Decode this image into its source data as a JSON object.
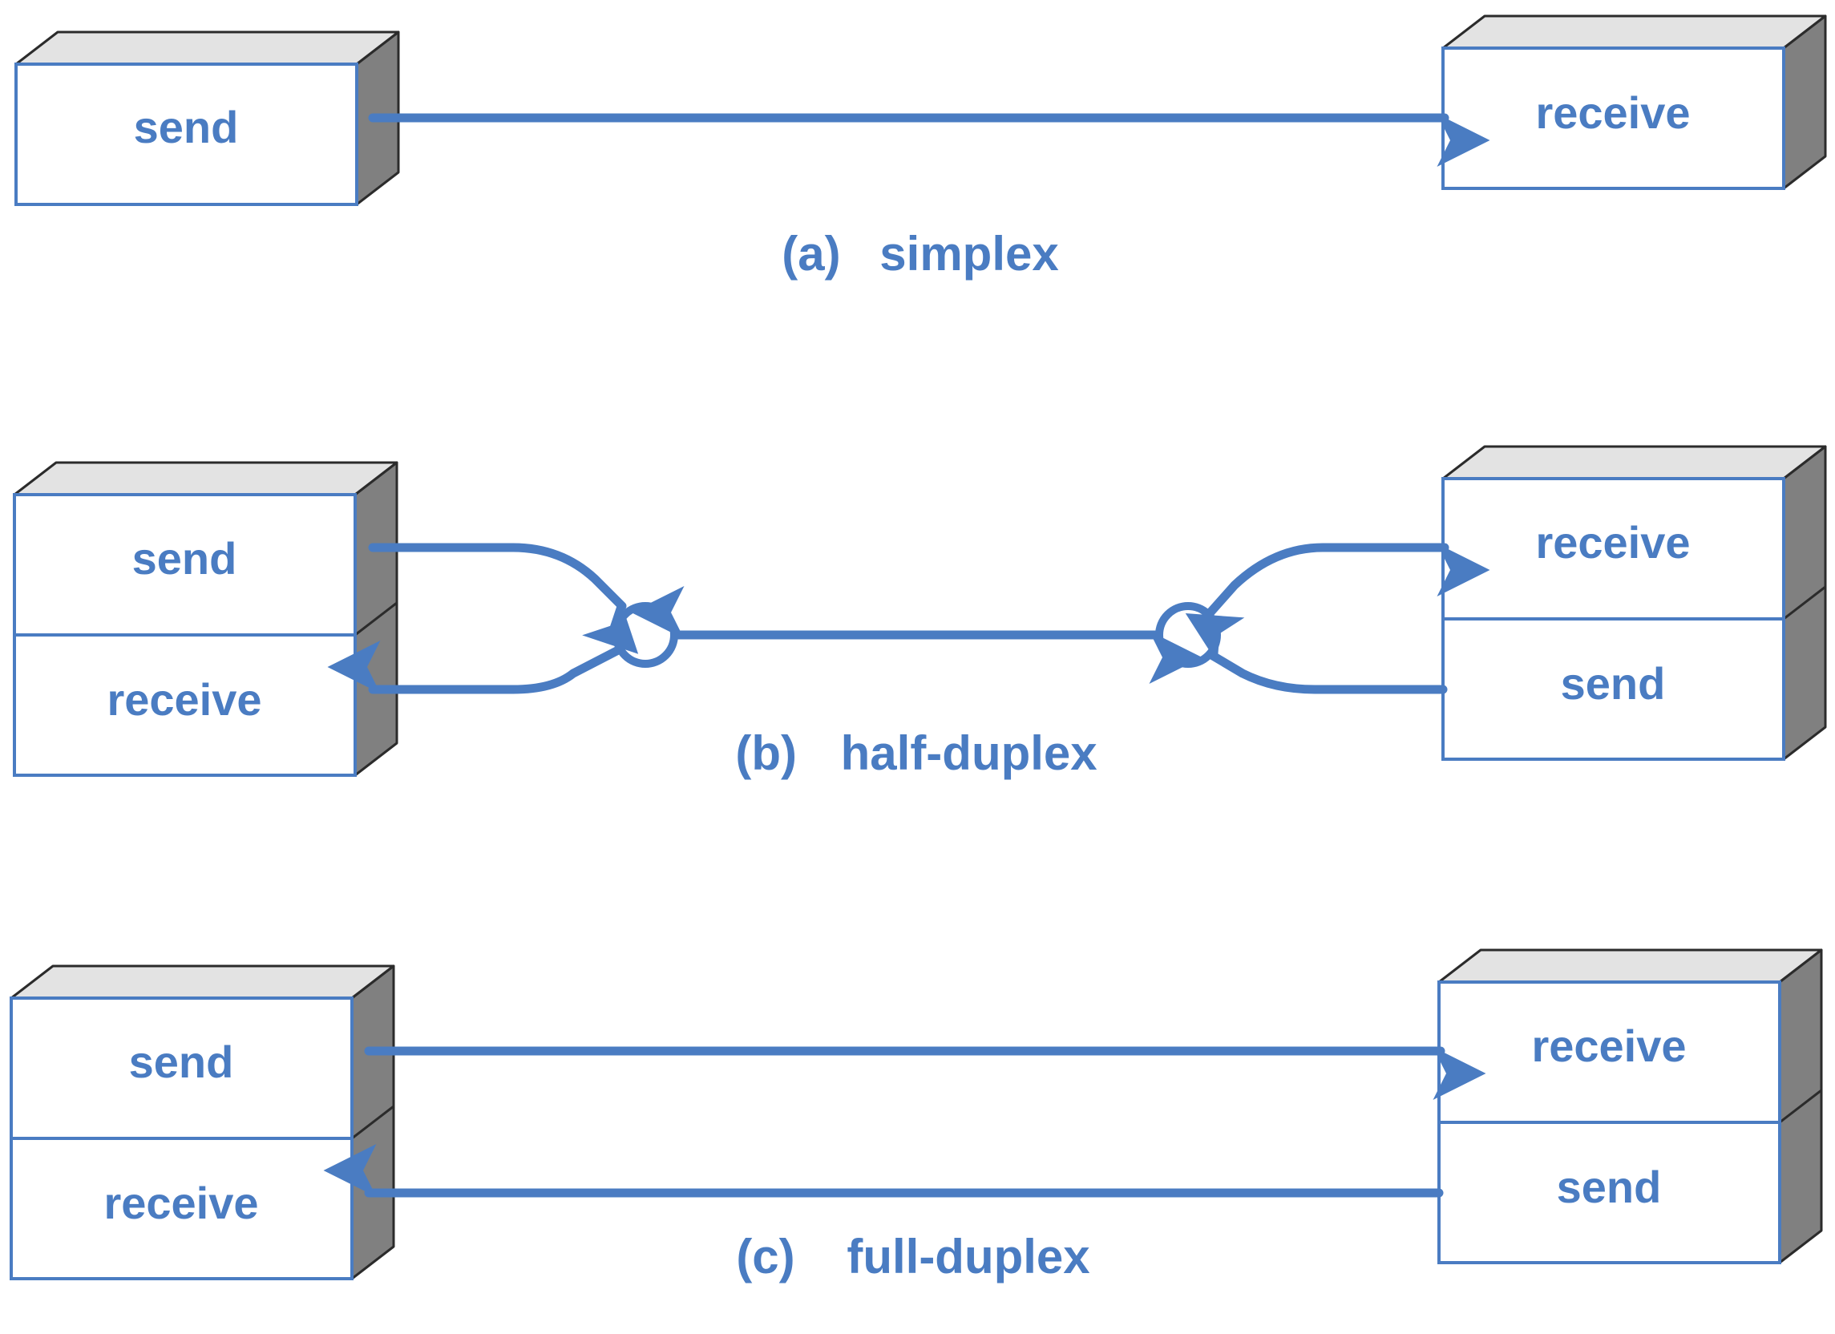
{
  "colors": {
    "accent": "#4a7cc2",
    "box_fill": "#ffffff",
    "box_top": "#e3e3e3",
    "box_side": "#808080",
    "outline": "#2b2b2b"
  },
  "simplex": {
    "left_box": {
      "label": "send"
    },
    "right_box": {
      "label": "receive"
    },
    "caption": {
      "letter": "(a)",
      "name": "simplex"
    }
  },
  "half_duplex": {
    "left_box": {
      "top_label": "send",
      "bottom_label": "receive"
    },
    "right_box": {
      "top_label": "receive",
      "bottom_label": "send"
    },
    "caption": {
      "letter": "(b)",
      "name": "half-duplex"
    }
  },
  "full_duplex": {
    "left_box": {
      "top_label": "send",
      "bottom_label": "receive"
    },
    "right_box": {
      "top_label": "receive",
      "bottom_label": "send"
    },
    "caption": {
      "letter": "(c)",
      "name": "full-duplex"
    }
  }
}
